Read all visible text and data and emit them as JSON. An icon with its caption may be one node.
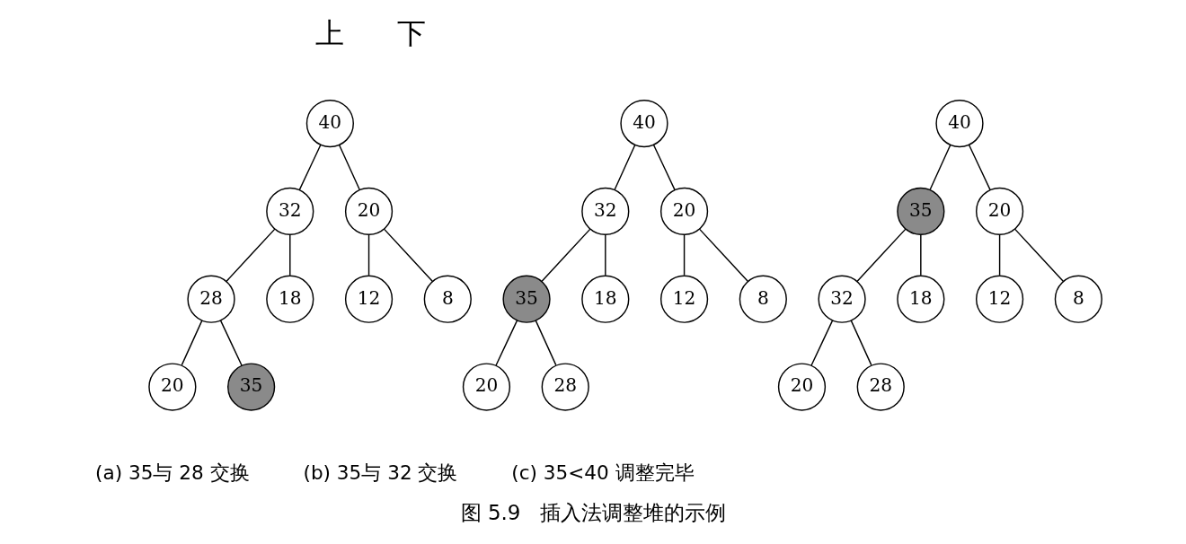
{
  "diagram": {
    "caption": "图 5.9   插入法调整堆的示例",
    "nodes": [
      {
        "text": [
          "40"
        ]
      },
      {
        "text": [
          "32"
        ]
      },
      {
        "text": [
          "20"
        ]
      },
      {
        "text": [
          "28"
        ]
      },
      {
        "text": [
          "18"
        ]
      },
      {
        "text": [
          "12"
        ]
      },
      {
        "text": [
          "8"
        ]
      },
      {
        "text": [
          "20"
        ]
      },
      {
        "text": [
          "35"
        ]
      },
      {
        "text": [
          "40"
        ]
      },
      {
        "text": [
          "32"
        ]
      },
      {
        "text": [
          "20"
        ]
      },
      {
        "text": [
          "35"
        ]
      },
      {
        "text": [
          "18"
        ]
      },
      {
        "text": [
          "12"
        ]
      },
      {
        "text": [
          "8"
        ]
      },
      {
        "text": [
          "20"
        ]
      },
      {
        "text": [
          "28"
        ]
      },
      {
        "text": [
          "40"
        ]
      },
      {
        "text": [
          "35"
        ]
      },
      {
        "text": [
          "20"
        ]
      },
      {
        "text": [
          "32"
        ]
      },
      {
        "text": [
          "18"
        ]
      },
      {
        "text": [
          "12"
        ]
      },
      {
        "text": [
          "8"
        ]
      },
      {
        "text": [
          "20"
        ]
      },
      {
        "text": [
          "28"
        ]
      }
    ],
    "edges": [
      {
        "from": 0,
        "to": 1,
        "arrow": "none"
      },
      {
        "from": 0,
        "to": 2,
        "arrow": "none"
      },
      {
        "from": 1,
        "to": 3,
        "arrow": "none"
      },
      {
        "from": 1,
        "to": 4,
        "arrow": "none"
      },
      {
        "from": 2,
        "to": 5,
        "arrow": "none"
      },
      {
        "from": 2,
        "to": 6,
        "arrow": "none"
      },
      {
        "from": 3,
        "to": 7,
        "arrow": "none"
      },
      {
        "from": 3,
        "to": 8,
        "arrow": "none"
      },
      {
        "from": 9,
        "to": 10,
        "arrow": "none"
      },
      {
        "from": 9,
        "to": 11,
        "arrow": "none"
      },
      {
        "from": 10,
        "to": 12,
        "arrow": "none"
      },
      {
        "from": 10,
        "to": 13,
        "arrow": "none"
      },
      {
        "from": 11,
        "to": 14,
        "arrow": "none"
      },
      {
        "from": 11,
        "to": 15,
        "arrow": "none"
      },
      {
        "from": 12,
        "to": 16,
        "arrow": "none"
      },
      {
        "from": 12,
        "to": 17,
        "arrow": "none"
      },
      {
        "from": 18,
        "to": 19,
        "arrow": "none"
      },
      {
        "from": 18,
        "to": 20,
        "arrow": "none"
      },
      {
        "from": 19,
        "to": 21,
        "arrow": "none"
      },
      {
        "from": 19,
        "to": 22,
        "arrow": "none"
      },
      {
        "from": 20,
        "to": 23,
        "arrow": "none"
      },
      {
        "from": 20,
        "to": 24,
        "arrow": "none"
      },
      {
        "from": 21,
        "to": 25,
        "arrow": "none"
      },
      {
        "from": 21,
        "to": 26,
        "arrow": "none"
      }
    ],
    "labels": [
      "上",
      "下",
      "(a) 35与 28 交换",
      "(b) 35与 32 交换",
      "(c) 35<40 调整完毕"
    ]
  }
}
